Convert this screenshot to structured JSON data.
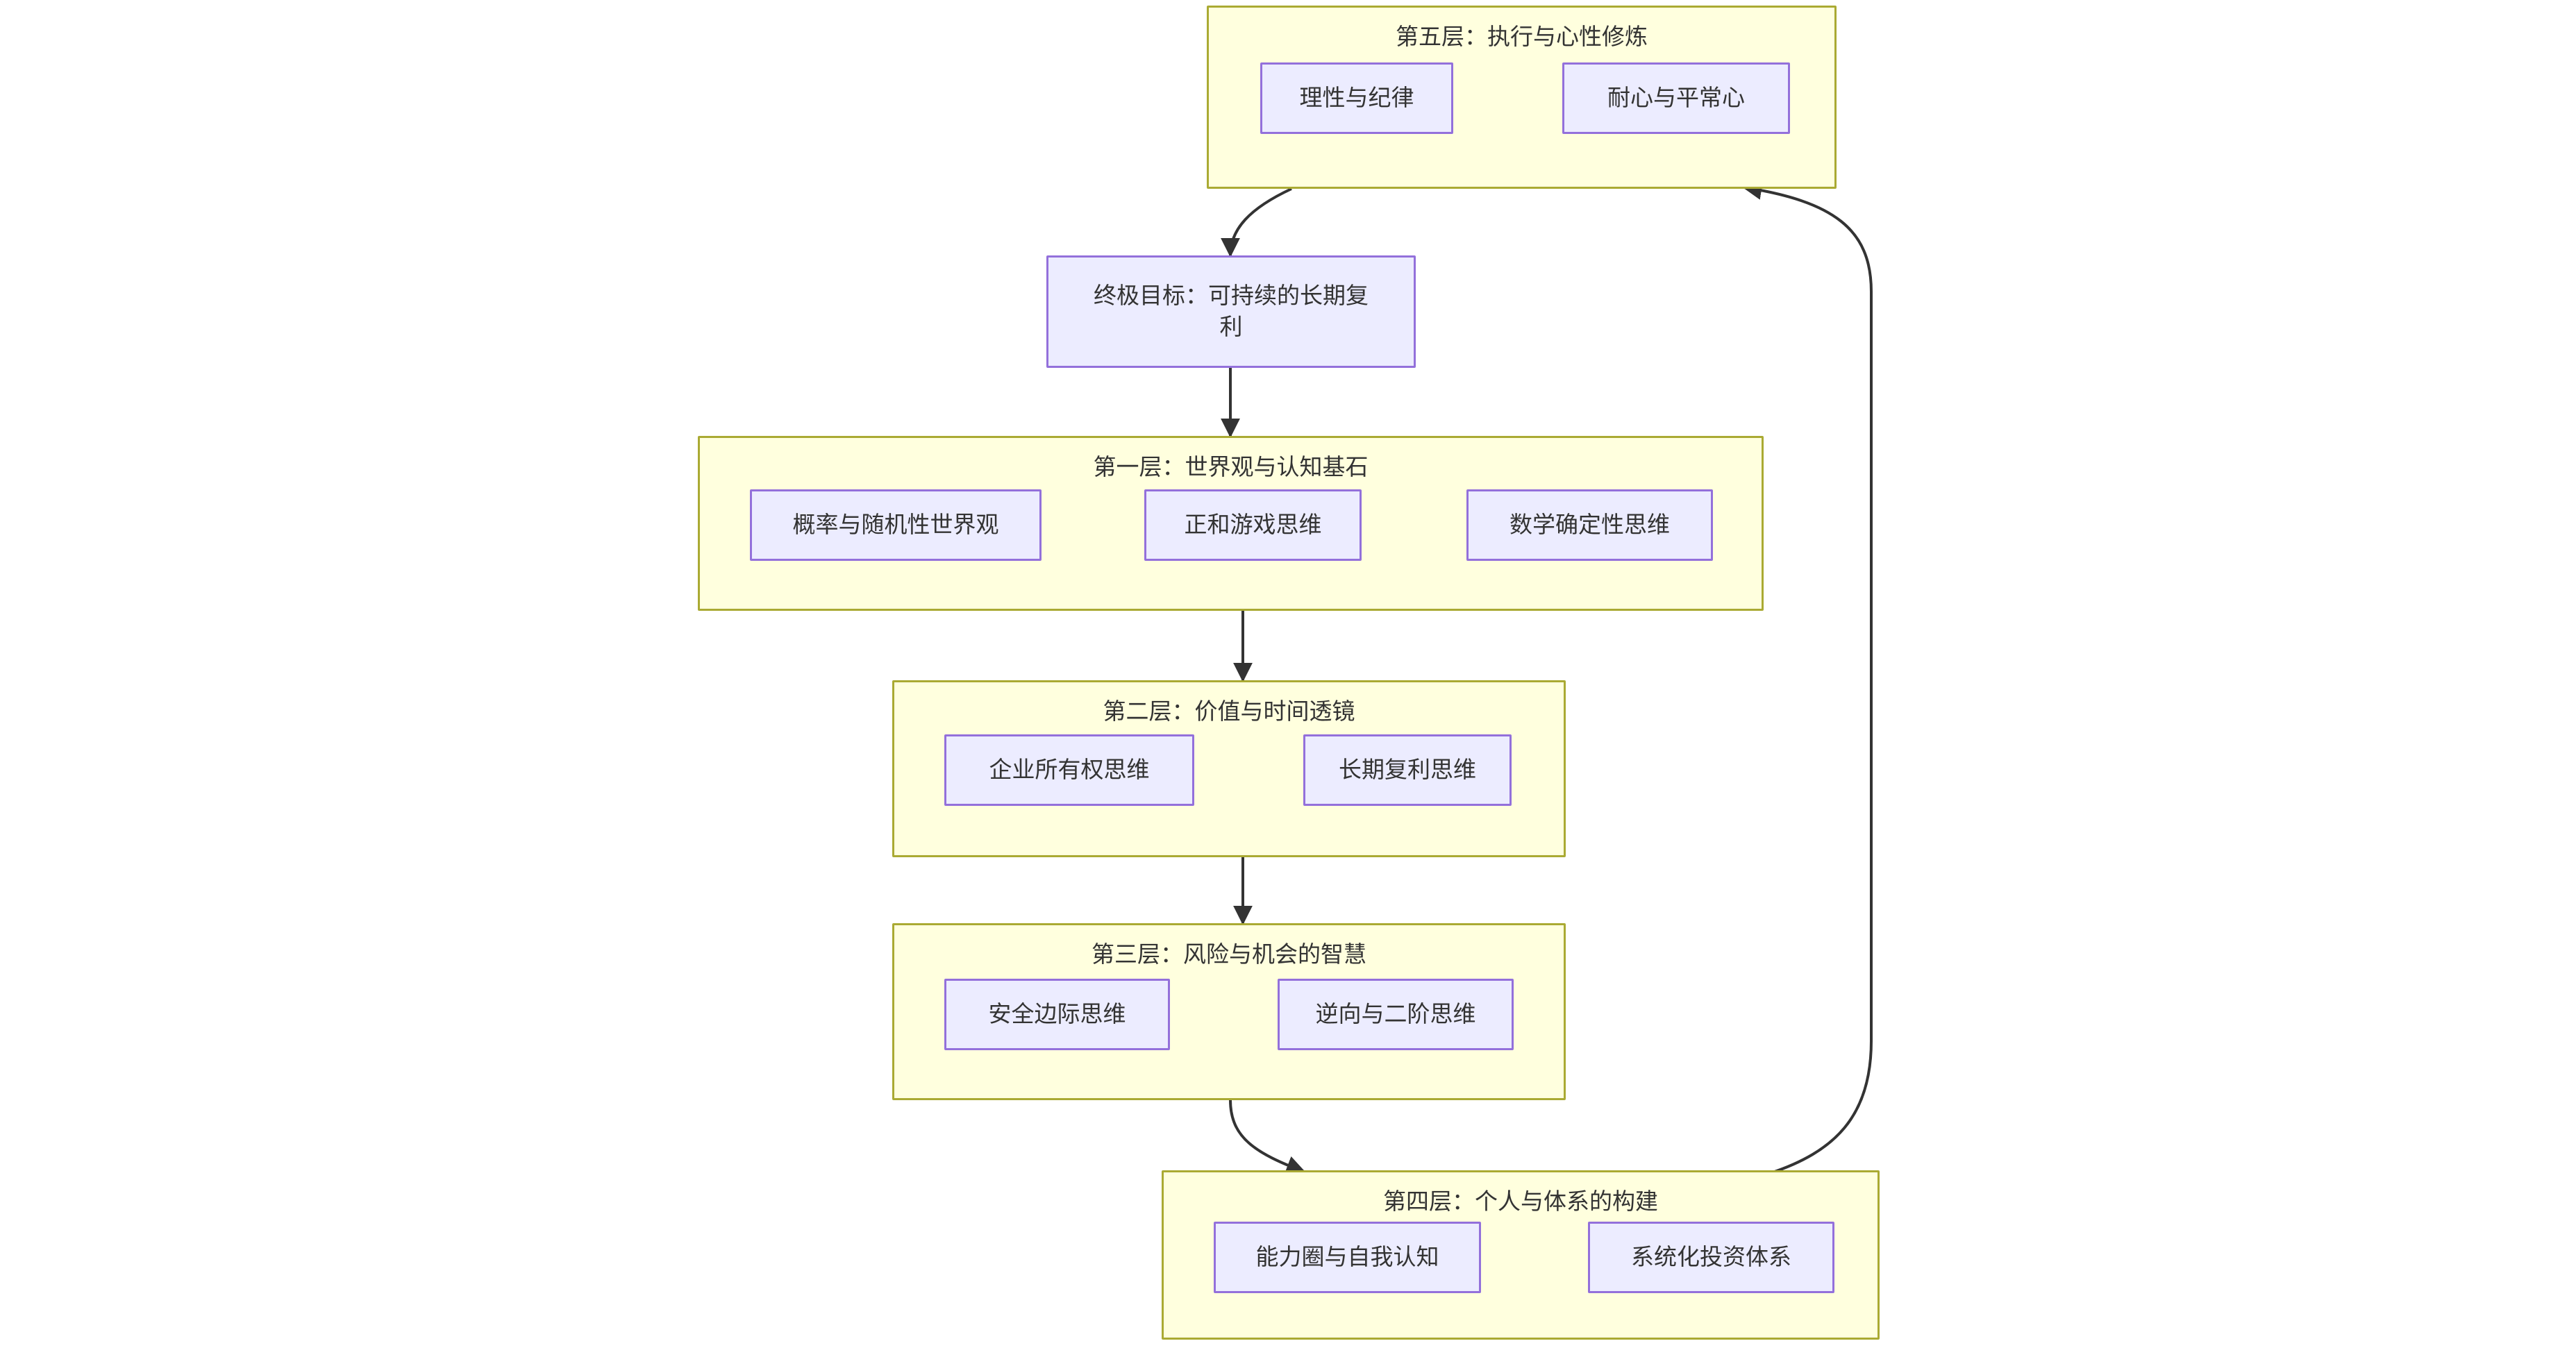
{
  "diagram": {
    "type": "flowchart",
    "direction": "top-to-bottom",
    "theme_colors": {
      "cluster_fill": "#ffffde",
      "cluster_stroke": "#aaaa33",
      "node_fill": "#ececff",
      "node_stroke": "#9370db",
      "edge_stroke": "#333333",
      "text": "#333333",
      "background": "#ffffff"
    }
  },
  "clusters": {
    "layer5": {
      "title": "第五层：执行与心性修炼"
    },
    "layer1": {
      "title": "第一层：世界观与认知基石"
    },
    "layer2": {
      "title": "第二层：价值与时间透镜"
    },
    "layer3": {
      "title": "第三层：风险与机会的智慧"
    },
    "layer4": {
      "title": "第四层：个人与体系的构建"
    }
  },
  "nodes": {
    "discipline": {
      "label": "理性与纪律"
    },
    "patience": {
      "label": "耐心与平常心"
    },
    "goal": {
      "label": "终极目标：可持续的长期复\n利"
    },
    "probability": {
      "label": "概率与随机性世界观"
    },
    "positive_sum": {
      "label": "正和游戏思维"
    },
    "math_certainty": {
      "label": "数学确定性思维"
    },
    "ownership": {
      "label": "企业所有权思维"
    },
    "compounding": {
      "label": "长期复利思维"
    },
    "margin_of_safety": {
      "label": "安全边际思维"
    },
    "inversion": {
      "label": "逆向与二阶思维"
    },
    "circle_of_competence": {
      "label": "能力圈与自我认知"
    },
    "system": {
      "label": "系统化投资体系"
    }
  },
  "edges": [
    {
      "id": "e1",
      "from": "discipline",
      "to": "patience",
      "style": "straight-arrow"
    },
    {
      "id": "e2",
      "from": "layer5",
      "to": "goal",
      "style": "curved-arrow"
    },
    {
      "id": "e3",
      "from": "goal",
      "to": "layer1",
      "style": "straight-arrow"
    },
    {
      "id": "e4",
      "from": "probability",
      "to": "positive_sum",
      "style": "straight-arrow"
    },
    {
      "id": "e5",
      "from": "positive_sum",
      "to": "math_certainty",
      "style": "straight-arrow"
    },
    {
      "id": "e6",
      "from": "layer1",
      "to": "layer2",
      "style": "straight-arrow"
    },
    {
      "id": "e7",
      "from": "ownership",
      "to": "compounding",
      "style": "straight-arrow"
    },
    {
      "id": "e8",
      "from": "layer2",
      "to": "layer3",
      "style": "straight-arrow"
    },
    {
      "id": "e9",
      "from": "margin_of_safety",
      "to": "inversion",
      "style": "straight-arrow"
    },
    {
      "id": "e10",
      "from": "layer3",
      "to": "layer4",
      "style": "curved-arrow"
    },
    {
      "id": "e11",
      "from": "circle_of_competence",
      "to": "system",
      "style": "straight-arrow"
    },
    {
      "id": "e12",
      "from": "layer4",
      "to": "layer5",
      "style": "curved-arrow-loopback"
    }
  ]
}
